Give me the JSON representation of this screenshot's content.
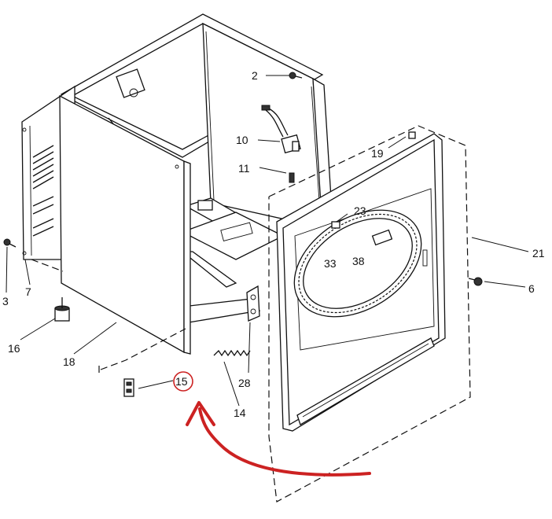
{
  "callouts": {
    "c2": "2",
    "c10": "10",
    "c11": "11",
    "c19": "19",
    "c23": "23",
    "c21": "21",
    "c33": "33",
    "c38": "38",
    "c6": "6",
    "c3": "3",
    "c7": "7",
    "c16": "16",
    "c18": "18",
    "c28": "28",
    "c14": "14",
    "c15": "15"
  },
  "colors": {
    "line": "#111111",
    "highlight": "#cc2222",
    "background": "#ffffff"
  }
}
